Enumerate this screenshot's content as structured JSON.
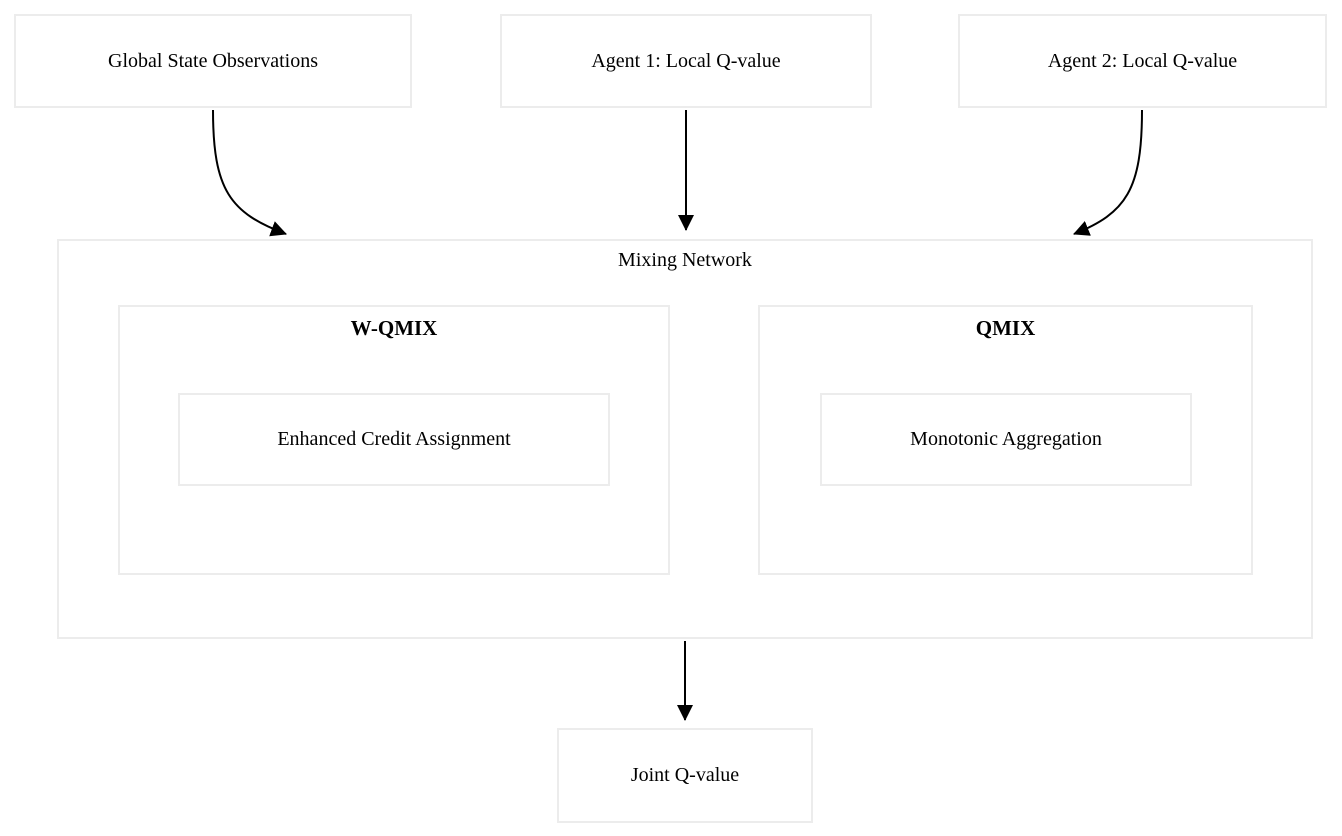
{
  "diagram": {
    "inputs": [
      {
        "label": "Global State Observations"
      },
      {
        "label": "Agent 1: Local Q-value"
      },
      {
        "label": "Agent 2: Local Q-value"
      }
    ],
    "mixing_network": {
      "title": "Mixing Network",
      "modules": [
        {
          "title": "W-QMIX",
          "feature": "Enhanced Credit Assignment"
        },
        {
          "title": "QMIX",
          "feature": "Monotonic Aggregation"
        }
      ]
    },
    "output": {
      "label": "Joint Q-value"
    },
    "colors": {
      "background": "#ffffff",
      "box_border": "#ececec",
      "text": "#000000",
      "arrow": "#000000"
    }
  }
}
